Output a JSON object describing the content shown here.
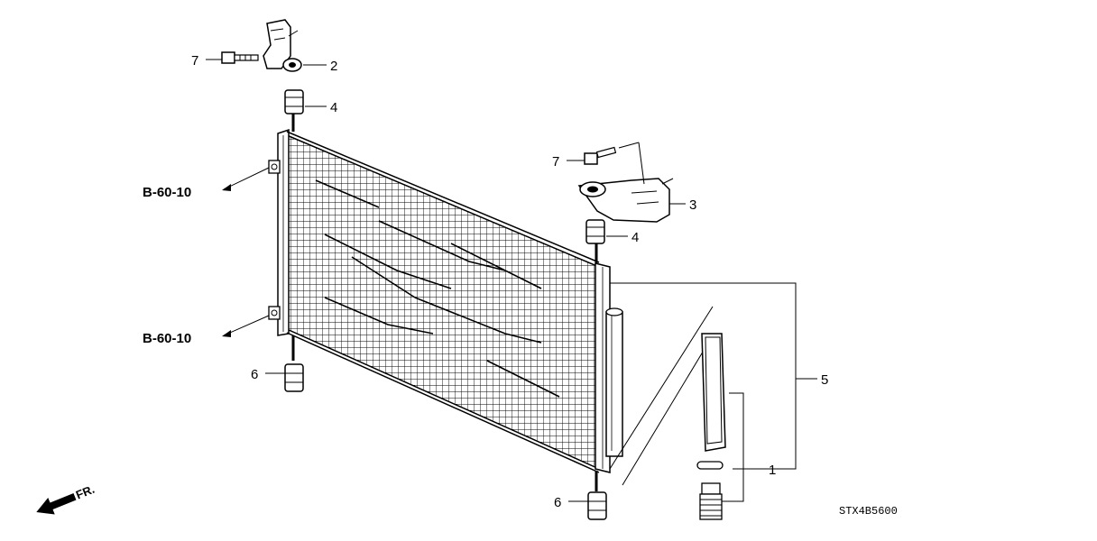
{
  "diagram": {
    "callouts": {
      "p1": "1",
      "p2": "2",
      "p3": "3",
      "p4a": "4",
      "p4b": "4",
      "p5": "5",
      "p6a": "6",
      "p6b": "6",
      "p7a": "7",
      "p7b": "7"
    },
    "references": {
      "upper": "B-60-10",
      "lower": "B-60-10"
    },
    "front_arrow": "FR.",
    "diagram_code": "STX4B5600"
  }
}
